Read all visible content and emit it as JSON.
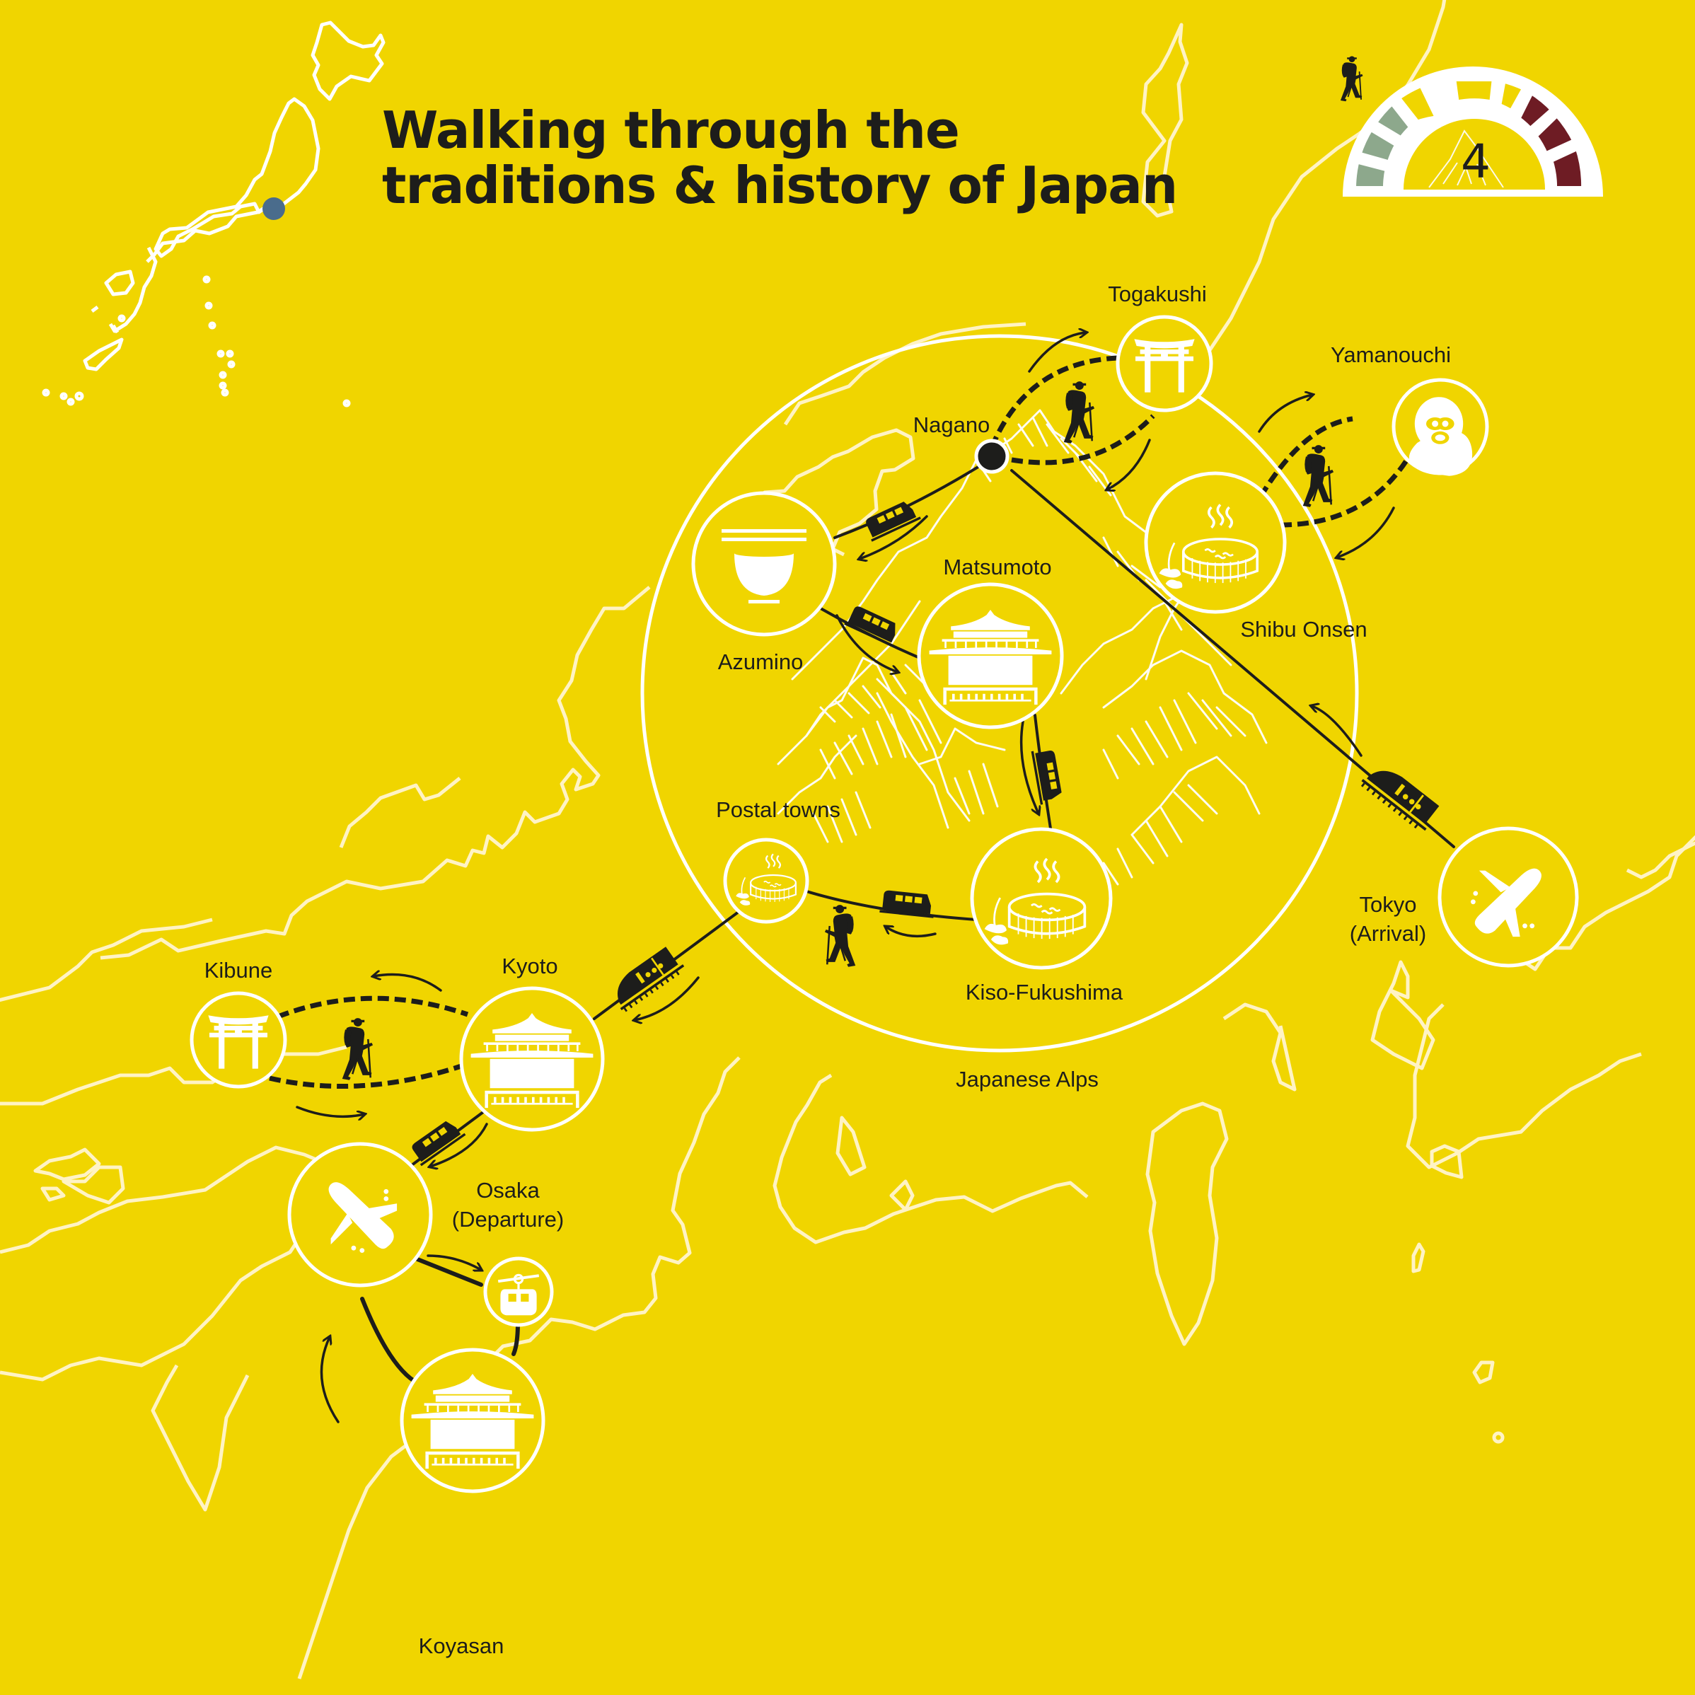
{
  "title": {
    "line1": "Walking through the",
    "line2": "traditions & history of Japan"
  },
  "difficulty": {
    "value": "4",
    "segments_total": 9,
    "colors": {
      "easy": "#8DA88C",
      "medium": "#F0D500",
      "hard": "#6E1C24",
      "frame": "#FFFFFF"
    },
    "icon": "hiker-icon"
  },
  "colors": {
    "background": "#F0D500",
    "outline": "#FFF6C8",
    "route": "#1D1D1B",
    "circle": "#FFFFFF",
    "locator_dot": "#4A6C8C"
  },
  "region_label": "Japanese Alps",
  "places": [
    {
      "id": "togakushi",
      "label": "Togakushi",
      "icon": "torii-gate-icon"
    },
    {
      "id": "yamanouchi",
      "label": "Yamanouchi",
      "icon": "snow-monkey-icon"
    },
    {
      "id": "nagano",
      "label": "Nagano",
      "icon": "hub-dot-icon"
    },
    {
      "id": "shibu-onsen",
      "label": "Shibu Onsen",
      "icon": "hot-spring-icon"
    },
    {
      "id": "azumino",
      "label": "Azumino",
      "icon": "bowl-chopsticks-icon"
    },
    {
      "id": "matsumoto",
      "label": "Matsumoto",
      "icon": "castle-pavilion-icon"
    },
    {
      "id": "postal-towns",
      "label": "Postal towns",
      "icon": "hot-spring-icon"
    },
    {
      "id": "kiso-fukushima",
      "label": "Kiso-Fukushima",
      "icon": "hot-spring-icon"
    },
    {
      "id": "tokyo",
      "label": "Tokyo",
      "sublabel": "(Arrival)",
      "icon": "airplane-icon"
    },
    {
      "id": "kibune",
      "label": "Kibune",
      "icon": "torii-gate-icon"
    },
    {
      "id": "kyoto",
      "label": "Kyoto",
      "icon": "castle-pavilion-icon"
    },
    {
      "id": "osaka",
      "label": "Osaka",
      "sublabel": "(Departure)",
      "icon": "airplane-icon"
    },
    {
      "id": "cable-car",
      "label": "",
      "icon": "cable-car-icon"
    },
    {
      "id": "koyasan",
      "label": "Koyasan",
      "icon": "castle-pavilion-icon"
    }
  ],
  "route_legend": {
    "solid_line": "train",
    "dashed_line": "walking",
    "icons": [
      "train-icon",
      "bullet-train-icon",
      "hiker-icon",
      "airplane-icon",
      "cable-car-icon"
    ]
  }
}
